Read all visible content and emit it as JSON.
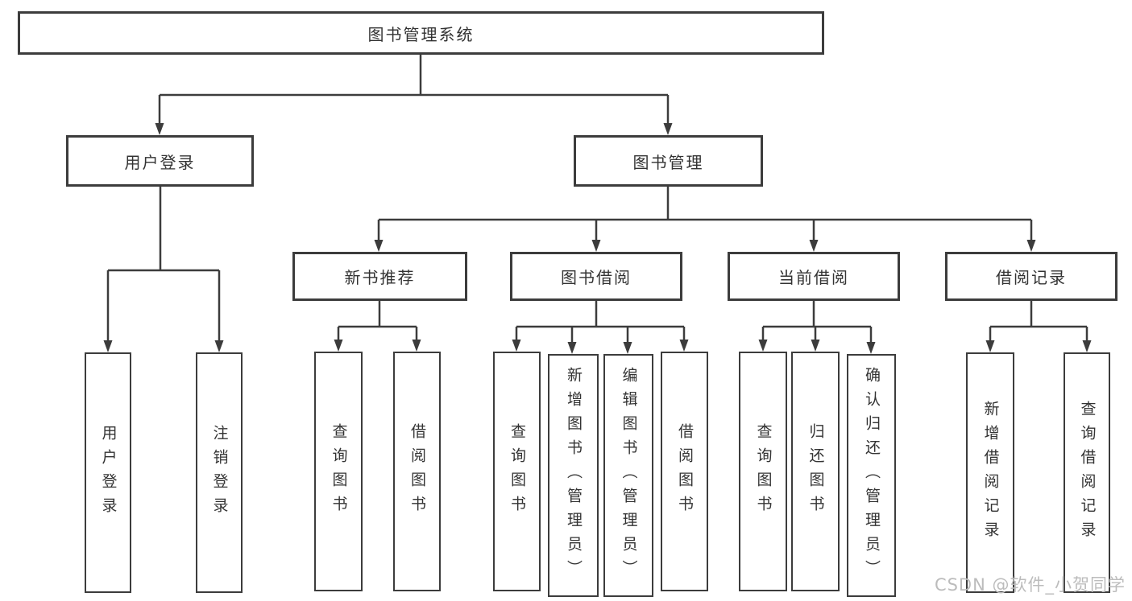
{
  "diagram": {
    "root": {
      "label": "图书管理系统"
    },
    "level2": {
      "user_login": {
        "label": "用户登录"
      },
      "book_mgmt": {
        "label": "图书管理"
      }
    },
    "level3": {
      "new_books": {
        "label": "新书推荐"
      },
      "book_borrow": {
        "label": "图书借阅"
      },
      "current_borrow": {
        "label": "当前借阅"
      },
      "borrow_records": {
        "label": "借阅记录"
      }
    },
    "leaves": {
      "user_login_action": {
        "label": "用户登录"
      },
      "logout_action": {
        "label": "注销登录"
      },
      "nb_query_books": {
        "label": "查询图书"
      },
      "nb_borrow_books": {
        "label": "借阅图书"
      },
      "bb_query_books": {
        "label": "查询图书"
      },
      "bb_add_books": {
        "label": "新增图书（管理员）"
      },
      "bb_edit_books": {
        "label": "编辑图书（管理员）"
      },
      "bb_borrow_books": {
        "label": "借阅图书"
      },
      "cb_query_books": {
        "label": "查询图书"
      },
      "cb_return_books": {
        "label": "归还图书"
      },
      "cb_confirm_return": {
        "label": "确认归还（管理员）"
      },
      "br_add_record": {
        "label": "新增借阅记录"
      },
      "br_query_record": {
        "label": "查询借阅记录"
      }
    }
  },
  "watermark": {
    "text": "CSDN @软件_小贺同学"
  },
  "colors": {
    "line": "#3c3c3c",
    "text": "#333333",
    "background": "#ffffff",
    "watermark": "#bcbcbc"
  }
}
